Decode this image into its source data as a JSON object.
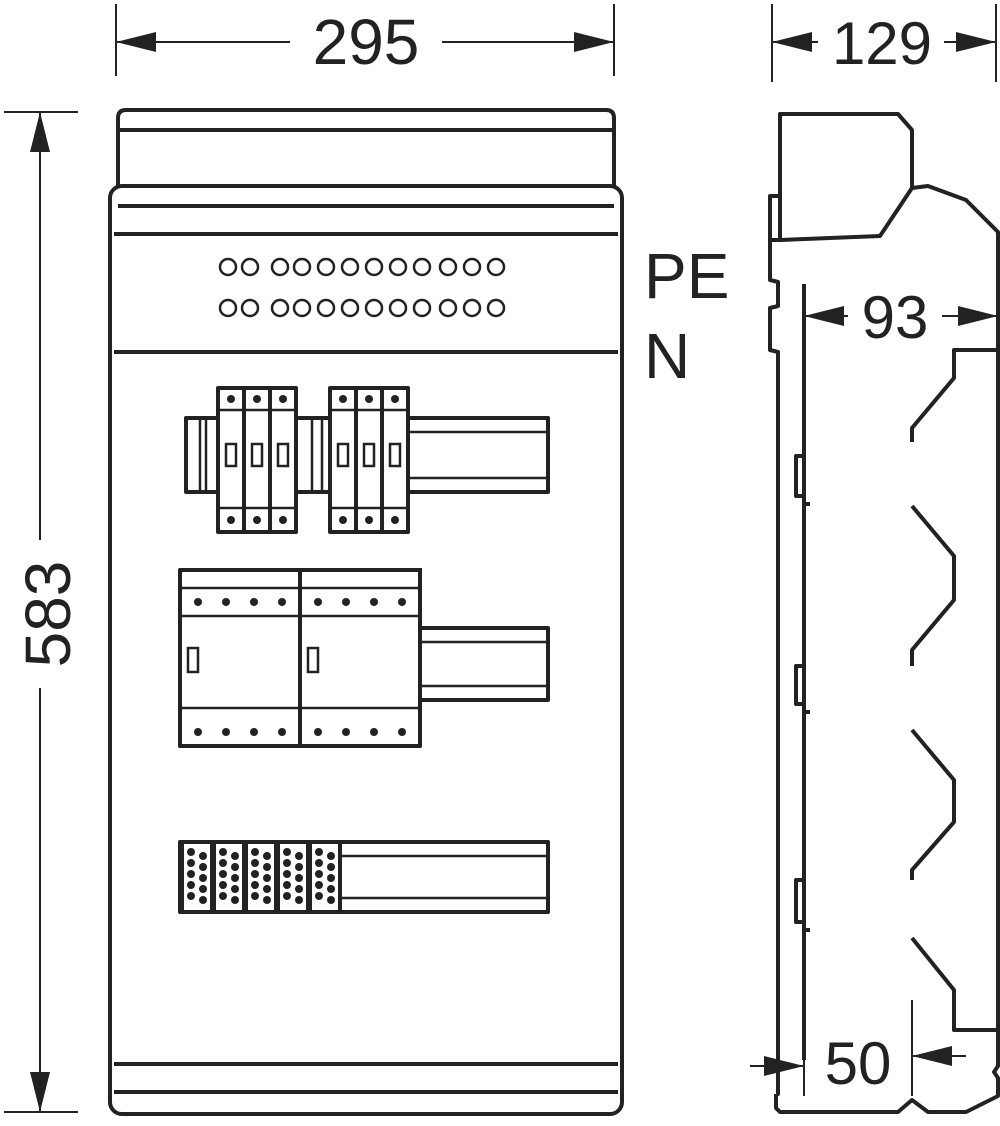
{
  "labels": {
    "dim_width": "295",
    "dim_depth": "129",
    "dim_height": "583",
    "dim_inner_depth": "93",
    "dim_bottom_depth": "50",
    "terminal_pe": "PE",
    "terminal_n": "N"
  },
  "colors": {
    "line": "#222222",
    "background": "#ffffff"
  }
}
